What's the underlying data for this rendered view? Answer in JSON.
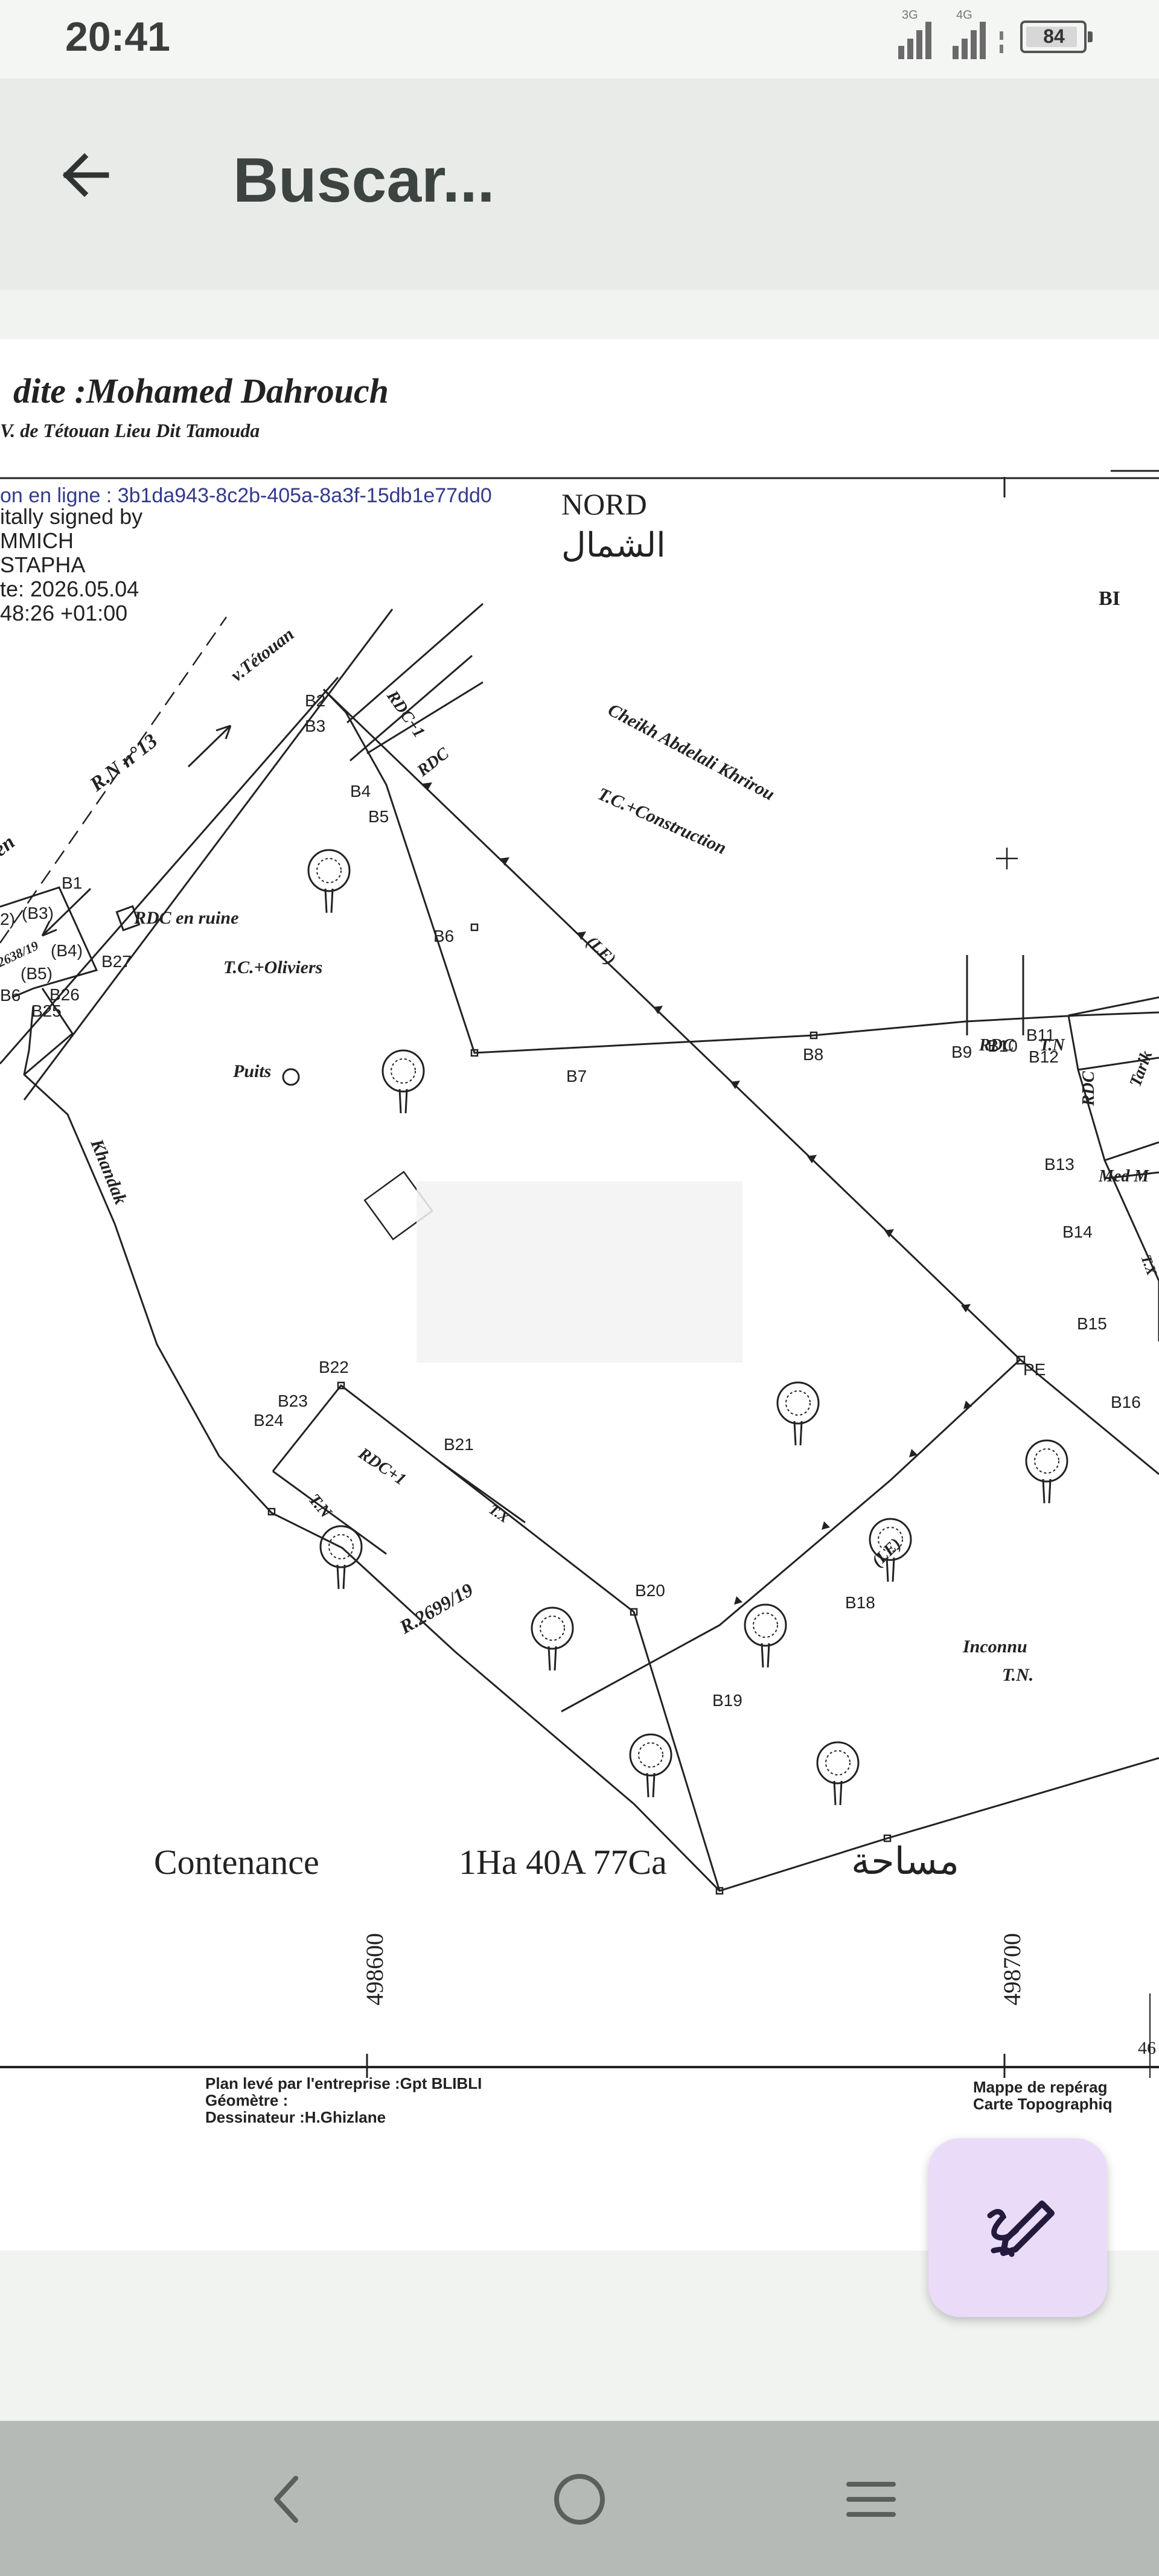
{
  "status_bar": {
    "time": "20:41",
    "network_1": "3G",
    "network_2": "4G",
    "battery": "84"
  },
  "app_bar": {
    "back_icon": "arrow-left-icon",
    "title": "Buscar..."
  },
  "document": {
    "title": "dite :Mohamed Dahrouch",
    "subtitle": "V. de Tétouan Lieu Dit Tamouda",
    "signature": {
      "line1": "on en ligne : 3b1da943-8c2b-405a-8a3f-15db1e77dd0",
      "line2": "itally signed by",
      "line3": "MMICH",
      "line4": "STAPHA",
      "line5": "te: 2026.05.04",
      "line6": "48:26 +01:00"
    },
    "north_label": "NORD",
    "north_label_ar": "الشمال",
    "top_right_label": "BI",
    "road_label": "R.N n°13",
    "road_direction": "v.Tétouan",
    "left_edge_label": "en",
    "neighbor_top": "Cheikh Abdelali Khrirou",
    "land_use_top": "T.C.+Construction",
    "rdc_ruine": "RDC en ruine",
    "land_use_main": "T.C.+Oliviers",
    "well": "Puits",
    "road_left": "Khandak",
    "rdc_plus1_top": "RDC+1",
    "rdc_top": "RDC",
    "le_top": "(LE)",
    "le_bottom": "(LE)",
    "rdc_right": "RDC",
    "tn_right": "T.N",
    "rdc_right_vertical": "RDC",
    "tarik": "Tarik",
    "med": "Med M",
    "tx_right": "T.X",
    "rdc_plus1_bottom": "RDC+1",
    "tn_bottom": "T.N",
    "tx_bottom": "T.X",
    "ref_number": "R.2699/19",
    "ref_small": "2638/19",
    "inconnu": "Inconnu",
    "tn_inconnu": "T.N.",
    "points": {
      "b1": "B1",
      "b2": "B2",
      "b3": "B3",
      "b4": "B4",
      "b5": "B5",
      "b6": "B6",
      "b7": "B7",
      "b8": "B8",
      "b9": "B9",
      "b10": "B10",
      "b11": "B11",
      "b12": "B12",
      "b13": "B13",
      "b14": "B14",
      "b15": "B15",
      "b16": "B16",
      "b18": "B18",
      "b19": "B19",
      "b20": "B20",
      "b21": "B21",
      "b22": "B22",
      "b23": "B23",
      "b24": "B24",
      "b25": "B25",
      "b26": "B26",
      "b27": "B27",
      "pe": "PE",
      "lb3": "(B3)",
      "lb4": "(B4)",
      "lb5": "(B5)",
      "lb6": "B6",
      "lb2": "2)",
      "lb1": "B1"
    },
    "area_label": "Contenance",
    "area_value": "1Ha  40A  77Ca",
    "area_label_ar": "مساحة",
    "coord_1": "498600",
    "coord_2": "498700",
    "coord_3": "46",
    "footer_left_1": "Plan levé par l'entreprise :Gpt BLIBLI",
    "footer_left_2": "Géomètre :",
    "footer_left_3": "Dessinateur :H.Ghizlane",
    "footer_right_1": "Mappe de repérag",
    "footer_right_2": "Carte Topographiq"
  },
  "fab": {
    "icon": "edit-pen-icon"
  },
  "nav_bar": {
    "back_icon": "chevron-left-icon",
    "home_icon": "circle-home-icon",
    "menu_icon": "menu-lines-icon"
  }
}
